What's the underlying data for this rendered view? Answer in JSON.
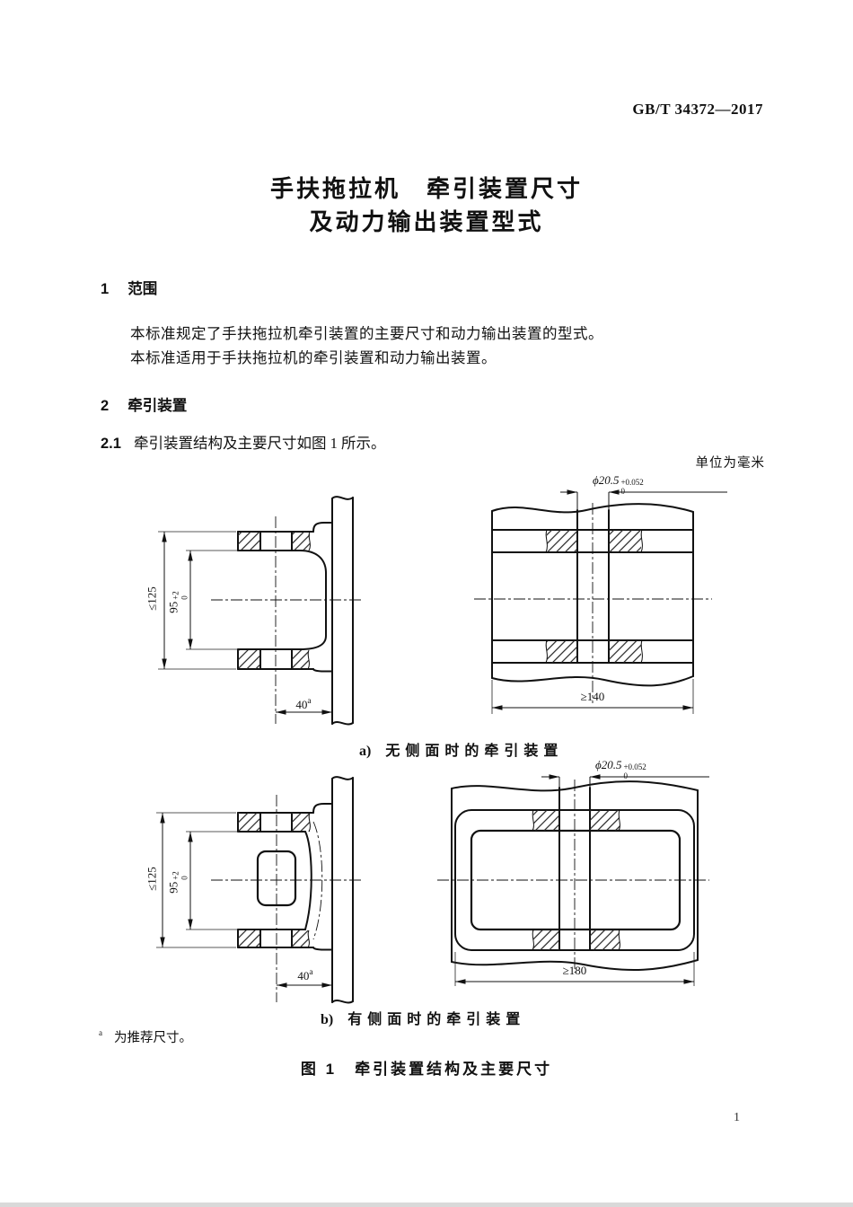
{
  "header": {
    "doc_number": "GB/T 34372—2017"
  },
  "title": {
    "line1": "手扶拖拉机　牵引装置尺寸",
    "line2": "及动力输出装置型式"
  },
  "clause1": {
    "number": "1",
    "heading": "范围",
    "para1": "本标准规定了手扶拖拉机牵引装置的主要尺寸和动力输出装置的型式。",
    "para2": "本标准适用于手扶拖拉机的牵引装置和动力输出装置。"
  },
  "clause2": {
    "number": "2",
    "heading": "牵引装置",
    "sub1_number": "2.1",
    "sub1_text": "牵引装置结构及主要尺寸如图 1 所示。"
  },
  "figure1": {
    "units_note": "单位为毫米",
    "sub_a_label": "a)",
    "sub_a_caption": "无侧面时的牵引装置",
    "sub_b_label": "b)",
    "sub_b_caption": "有侧面时的牵引装置",
    "footnote_marker": "a",
    "footnote_text": "为推荐尺寸。",
    "caption": "图 1　牵引装置结构及主要尺寸",
    "dimensions": {
      "overall_height": "≤125",
      "jaw_gap_value": "95",
      "jaw_gap_tol_upper": "+2",
      "jaw_gap_tol_lower": "0",
      "jaw_depth_value": "40",
      "jaw_depth_note": "a",
      "pin_hole_value": "ϕ20.5",
      "pin_hole_tol_upper": "+0.052",
      "pin_hole_tol_lower": "0",
      "length_min_a": "≥140",
      "length_min_b": "≥180"
    }
  },
  "footer": {
    "page_number": "1"
  }
}
